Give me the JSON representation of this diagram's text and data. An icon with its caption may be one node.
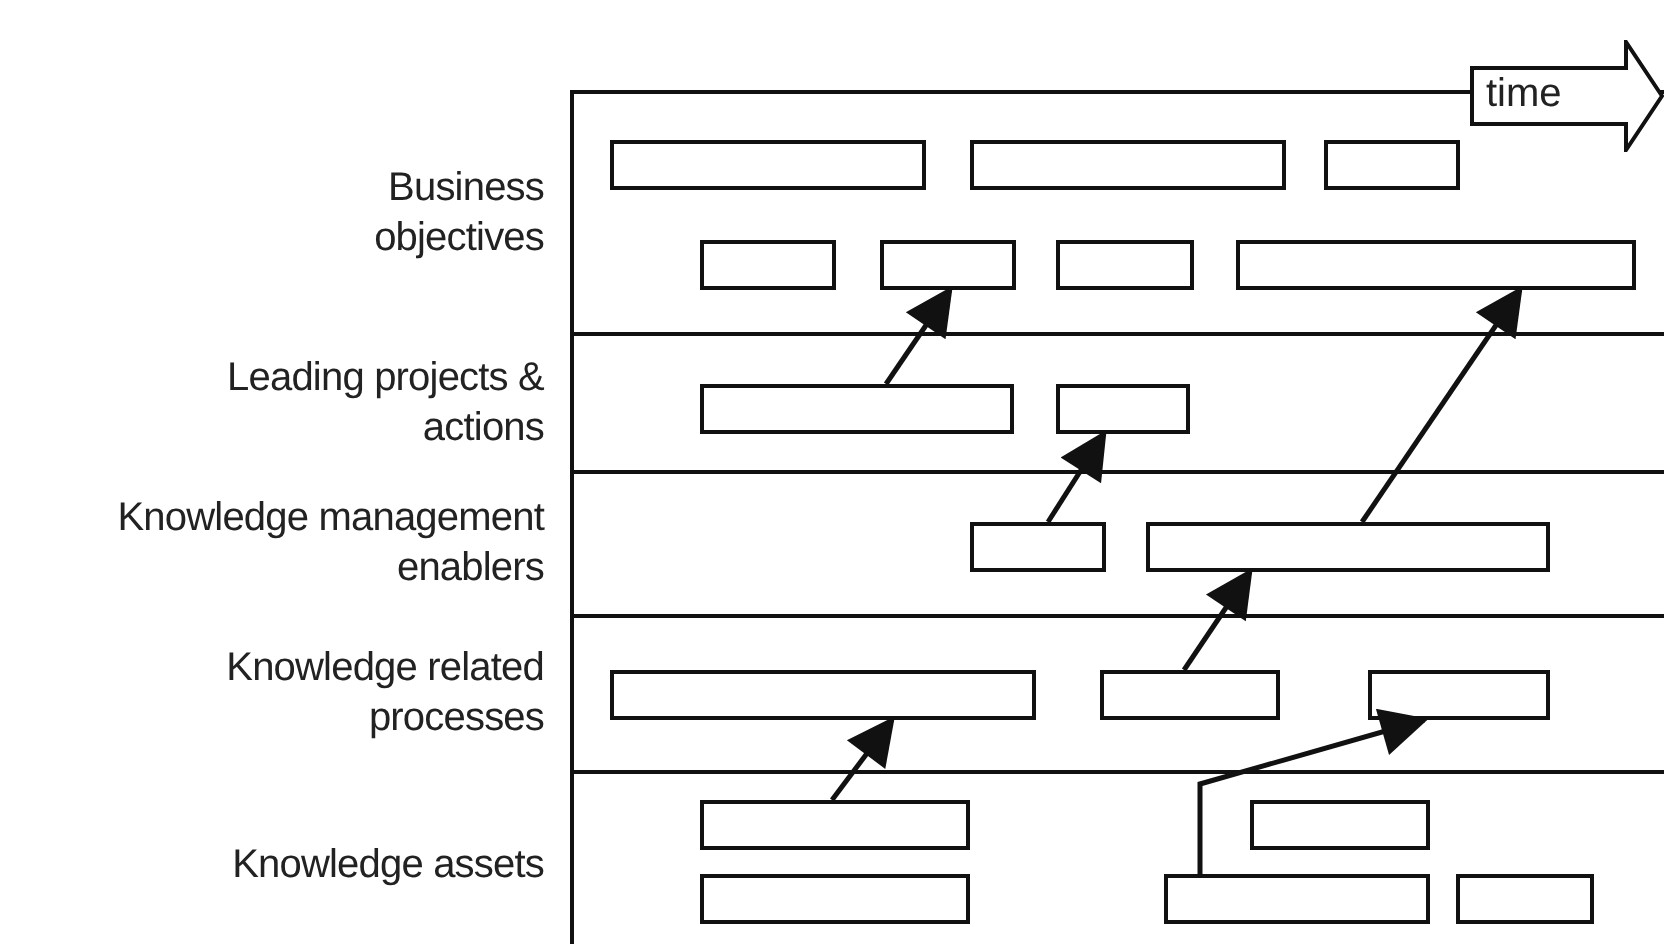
{
  "diagram": {
    "nodes": [
      {
        "text": [
          "time"
        ]
      },
      {
        "text": [
          "Business objectives"
        ]
      },
      {
        "text": [],
        "shape": "bar",
        "in": 1
      },
      {
        "text": [],
        "shape": "bar",
        "in": 1
      },
      {
        "text": [],
        "shape": "bar",
        "in": 1
      },
      {
        "text": [],
        "shape": "bar",
        "in": 1
      },
      {
        "text": [],
        "shape": "bar",
        "in": 1
      },
      {
        "text": [],
        "shape": "bar",
        "in": 1
      },
      {
        "text": [],
        "shape": "bar",
        "in": 1
      },
      {
        "text": [
          "Leading projects & actions"
        ]
      },
      {
        "text": [],
        "shape": "bar",
        "in": 9
      },
      {
        "text": [],
        "shape": "bar",
        "in": 9
      },
      {
        "text": [
          "Knowledge management enablers"
        ]
      },
      {
        "text": [],
        "shape": "bar",
        "in": 12
      },
      {
        "text": [],
        "shape": "bar",
        "in": 12
      },
      {
        "text": [
          "Knowledge related processes"
        ]
      },
      {
        "text": [],
        "shape": "bar",
        "in": 15
      },
      {
        "text": [],
        "shape": "bar",
        "in": 15
      },
      {
        "text": [],
        "shape": "bar",
        "in": 15
      },
      {
        "text": [
          "Knowledge assets"
        ]
      },
      {
        "text": [],
        "shape": "bar",
        "in": 19
      },
      {
        "text": [],
        "shape": "bar",
        "in": 19
      },
      {
        "text": [],
        "shape": "bar",
        "in": 19
      },
      {
        "text": [],
        "shape": "bar",
        "in": 19
      },
      {
        "text": [],
        "shape": "bar",
        "in": 19
      }
    ],
    "edges": [
      {
        "from": 10,
        "to": 6,
        "arrow": "to"
      },
      {
        "from": 14,
        "to": 8,
        "arrow": "to"
      },
      {
        "from": 13,
        "to": 11,
        "arrow": "to"
      },
      {
        "from": 17,
        "to": 14,
        "arrow": "to"
      },
      {
        "from": 20,
        "to": 16,
        "arrow": "to"
      },
      {
        "from": 23,
        "to": 18,
        "arrow": "to"
      }
    ]
  }
}
